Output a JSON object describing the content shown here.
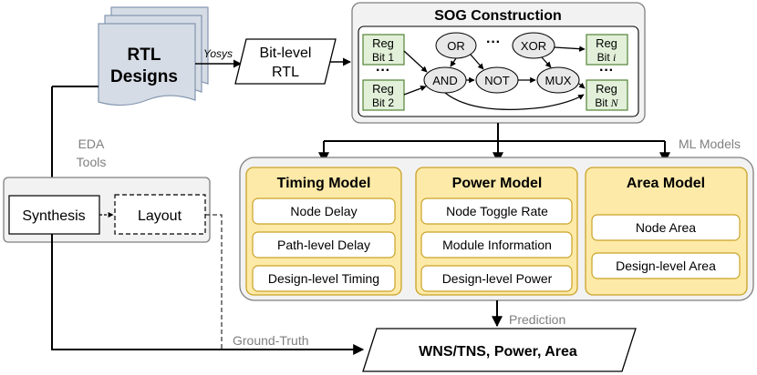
{
  "rtl": {
    "title_line1": "RTL",
    "title_line2": "Designs"
  },
  "yosys_label": "Yosys",
  "bitlevel": {
    "line1": "Bit-level",
    "line2": "RTL"
  },
  "sog": {
    "title": "SOG Construction",
    "reg_bit_1": {
      "line1": "Reg",
      "line2": "Bit 1"
    },
    "reg_bit_2": {
      "line1": "Reg",
      "line2": "Bit 2"
    },
    "reg_bit_i": {
      "line1": "Reg",
      "line2": "Bit ",
      "idx": "i"
    },
    "reg_bit_n": {
      "line1": "Reg",
      "line2": "Bit ",
      "idx": "N"
    },
    "dots": "···",
    "nodes": {
      "or": "OR",
      "xor": "XOR",
      "and": "AND",
      "not": "NOT",
      "mux": "MUX"
    }
  },
  "eda_tools": {
    "line1": "EDA",
    "line2": "Tools"
  },
  "synthesis": "Synthesis",
  "layout": "Layout",
  "ml_models_label": "ML Models",
  "models": {
    "timing": {
      "title": "Timing Model",
      "items": [
        "Node Delay",
        "Path-level Delay",
        "Design-level Timing"
      ]
    },
    "power": {
      "title": "Power Model",
      "items": [
        "Node Toggle Rate",
        "Module Information",
        "Design-level Power"
      ]
    },
    "area": {
      "title": "Area Model",
      "items": [
        "Node Area",
        "Design-level Area"
      ]
    }
  },
  "prediction_label": "Prediction",
  "ground_truth_label": "Ground-Truth",
  "output": "WNS/TNS, Power, Area",
  "colors": {
    "model_fill": "#fdeaa8",
    "model_stroke": "#c9a227",
    "reg_fill": "#e2f0d9",
    "reg_stroke": "#548235",
    "node_fill": "#e8e8e8",
    "container_fill": "#f2f2f2",
    "doc_fill": "#d6dce5",
    "gray_text": "#7f7f7f"
  }
}
